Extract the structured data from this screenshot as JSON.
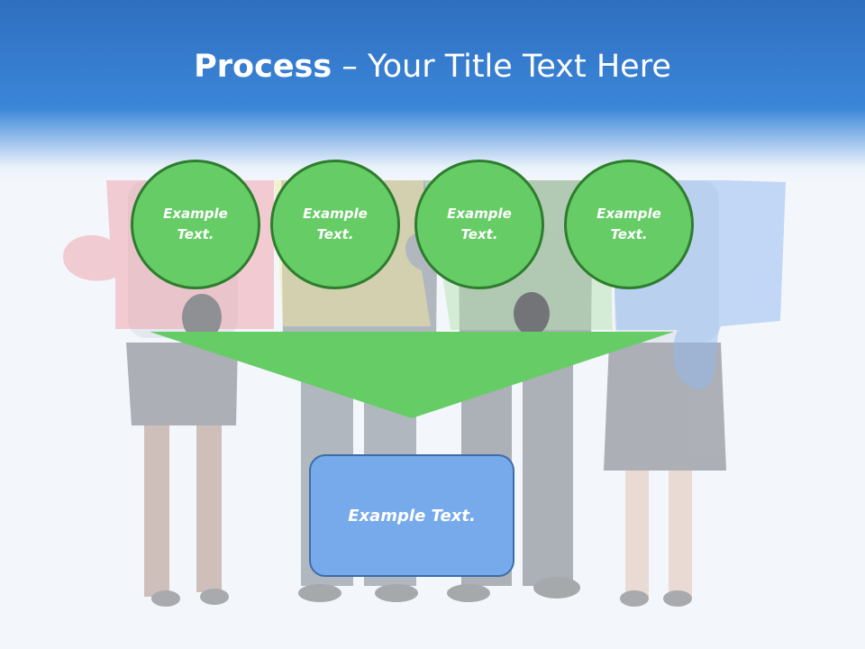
{
  "slide": {
    "title_bold": "Process",
    "title_rest": " – Your Title Text Here",
    "circles": [
      {
        "text": "Example Text."
      },
      {
        "text": "Example Text."
      },
      {
        "text": "Example Text."
      },
      {
        "text": "Example Text."
      }
    ],
    "box_text": "Example Text."
  },
  "colors": {
    "header_blue": "#3b86d9",
    "circle_green": "#66cc66",
    "circle_border": "#2e7d2e",
    "arrow_green": "#66cc66",
    "box_blue": "#77aaea",
    "box_border": "#3d6da8"
  }
}
